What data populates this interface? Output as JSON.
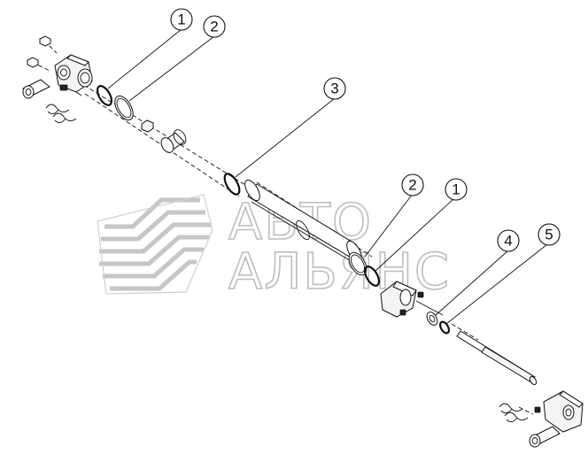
{
  "watermark": {
    "line1": "АВТО",
    "line2": "АЛЬЯНС"
  },
  "callouts": [
    {
      "id": "c1a",
      "label": "1"
    },
    {
      "id": "c2a",
      "label": "2"
    },
    {
      "id": "c3",
      "label": "3"
    },
    {
      "id": "c2b",
      "label": "2"
    },
    {
      "id": "c1b",
      "label": "1"
    },
    {
      "id": "c4",
      "label": "4"
    },
    {
      "id": "c5",
      "label": "5"
    }
  ],
  "colors": {
    "line": "#111111",
    "watermark": "#bdbdbd",
    "background": "#ffffff"
  }
}
